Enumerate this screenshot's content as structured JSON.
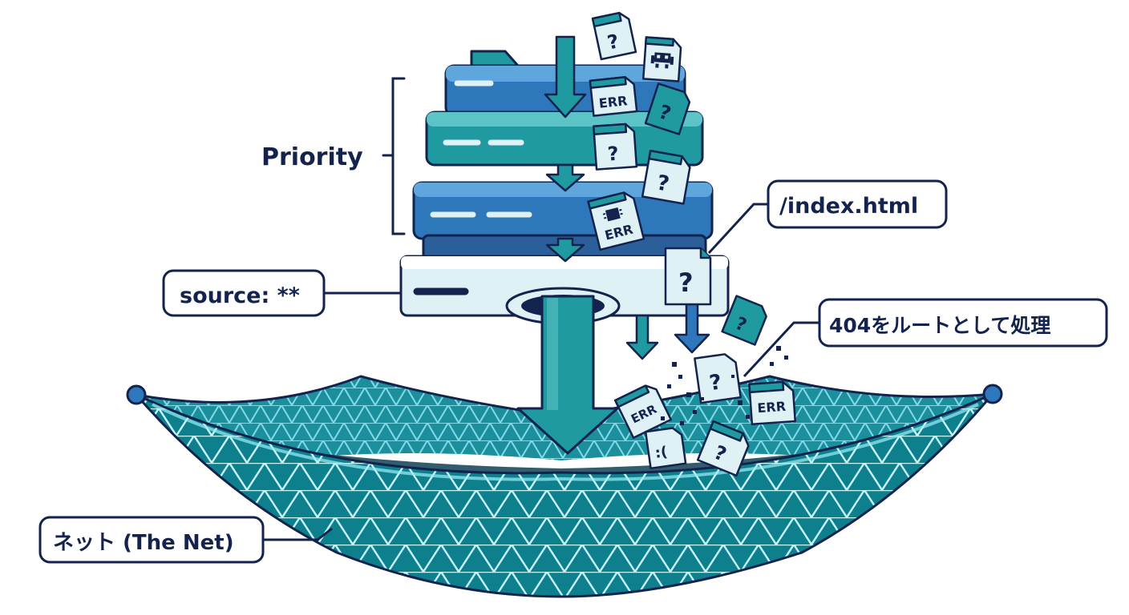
{
  "labels": {
    "priority": "Priority",
    "source": "source: **",
    "index": "/index.html",
    "fallback": "404をルートとして処理",
    "net": "ネット (The Net)"
  },
  "doc_marks": {
    "question": "?",
    "error": "ERR",
    "sad": ":("
  },
  "colors": {
    "navy": "#14234d",
    "blue": "#2f77bb",
    "teal": "#1f9aa0",
    "light": "#dff1f4",
    "net_glow": "#5fd3e6"
  }
}
